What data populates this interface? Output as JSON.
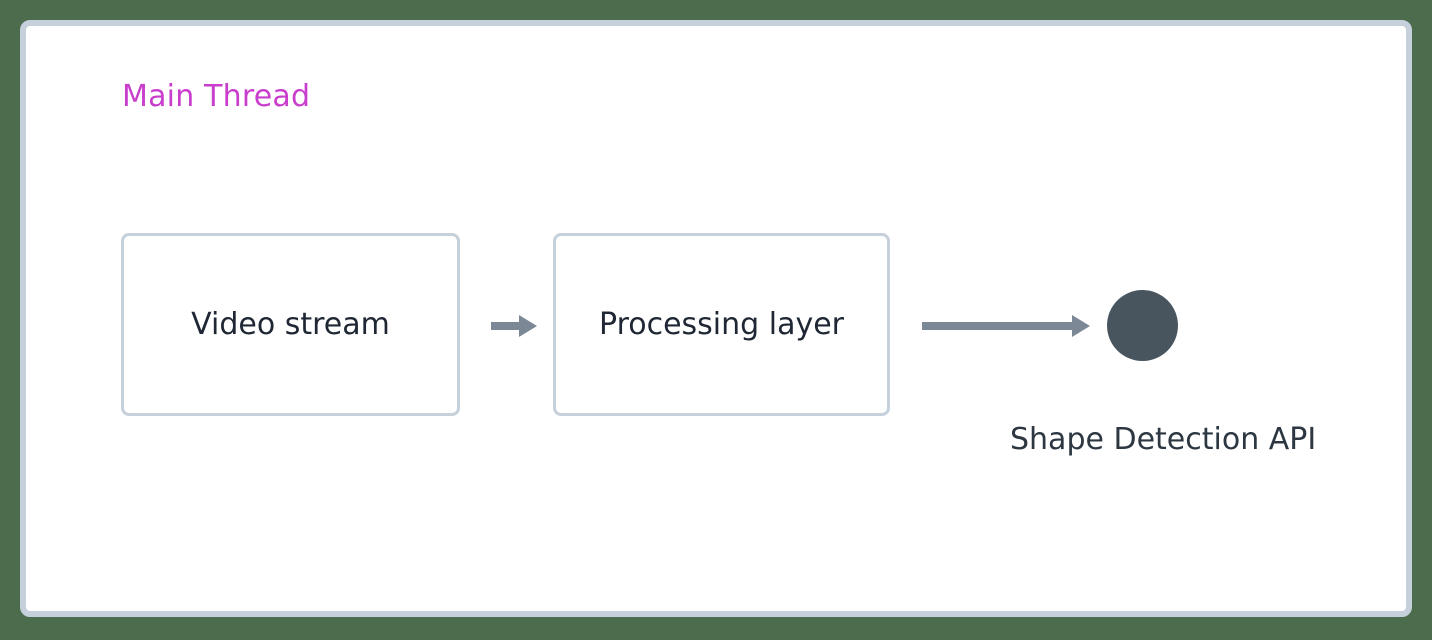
{
  "diagram": {
    "type": "flow-diagram",
    "background_color": "#4b6d4e",
    "container": {
      "name": "Main Thread",
      "title": "Main Thread",
      "title_color": "#c93ecd",
      "border_color": "#c5d0da",
      "fill_color": "#ffffff"
    },
    "nodes": [
      {
        "id": "video-stream",
        "label": "Video stream",
        "shape": "rounded-rectangle",
        "border_color": "#c5d0da",
        "fill_color": "#ffffff",
        "text_color": "#1e2733"
      },
      {
        "id": "processing-layer",
        "label": "Processing layer",
        "shape": "rounded-rectangle",
        "border_color": "#c5d0da",
        "fill_color": "#ffffff",
        "text_color": "#1e2733"
      },
      {
        "id": "shape-detection-api",
        "label": "Shape Detection API",
        "shape": "circle",
        "fill_color": "#48555f",
        "text_color": "#2c3742"
      }
    ],
    "edges": [
      {
        "id": "edge-video-to-processing",
        "from": "video-stream",
        "to": "processing-layer",
        "label": "",
        "color": "#7c8896",
        "style": "solid-arrow"
      },
      {
        "id": "edge-processing-to-api",
        "from": "processing-layer",
        "to": "shape-detection-api",
        "label": "",
        "color": "#7c8896",
        "style": "solid-arrow"
      }
    ]
  }
}
